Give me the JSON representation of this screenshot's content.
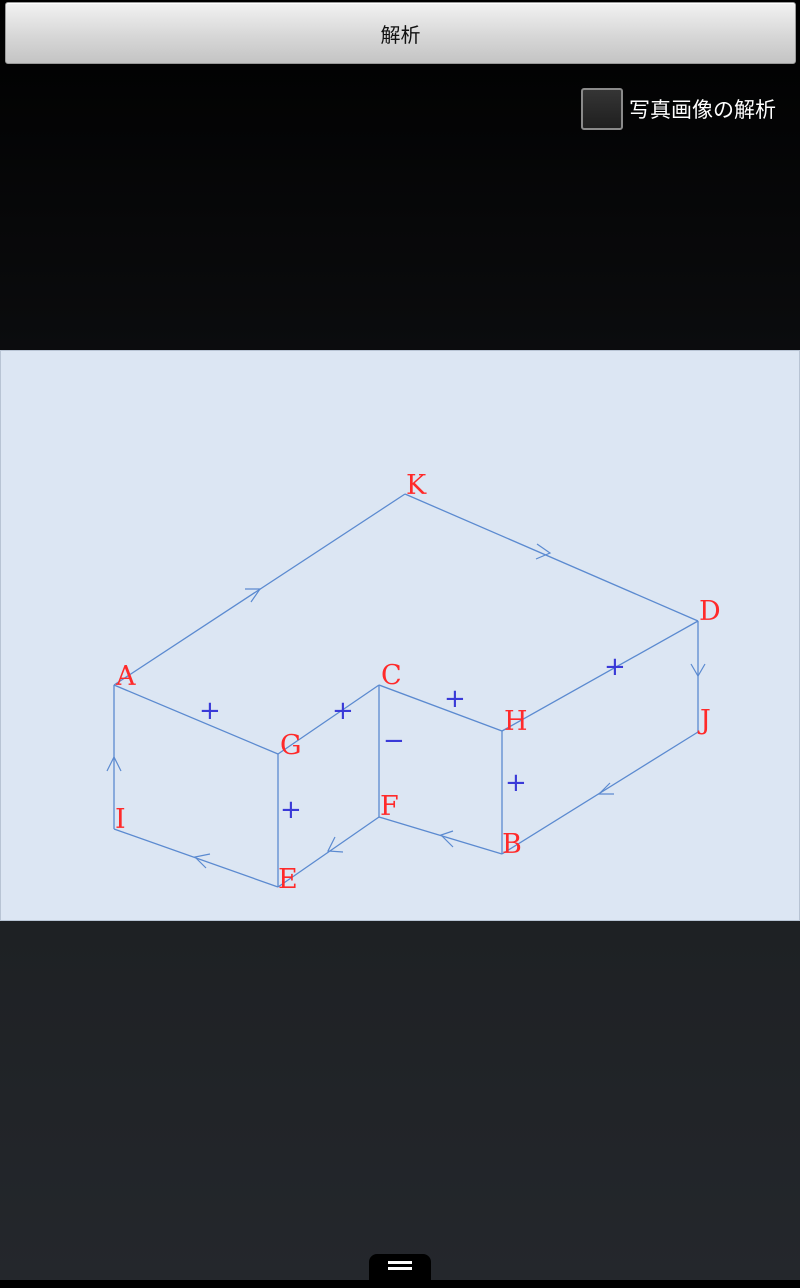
{
  "toolbar": {
    "analyze_label": "解析"
  },
  "options": {
    "photo_analysis_label": "写真画像の解析",
    "photo_analysis_checked": false
  },
  "diagram": {
    "vertices": [
      "A",
      "B",
      "C",
      "D",
      "E",
      "F",
      "G",
      "H",
      "I",
      "J",
      "K"
    ],
    "face_signs": [
      "+",
      "+",
      "+",
      "+",
      "+",
      "−",
      "+",
      "+"
    ]
  },
  "colors": {
    "edge": "#5b8ad0",
    "vertex_label": "#ff2a2a",
    "sign": "#3a3ad8",
    "canvas_bg": "#dce6f3"
  },
  "navigation": {
    "menu_icon": "menu-icon"
  }
}
